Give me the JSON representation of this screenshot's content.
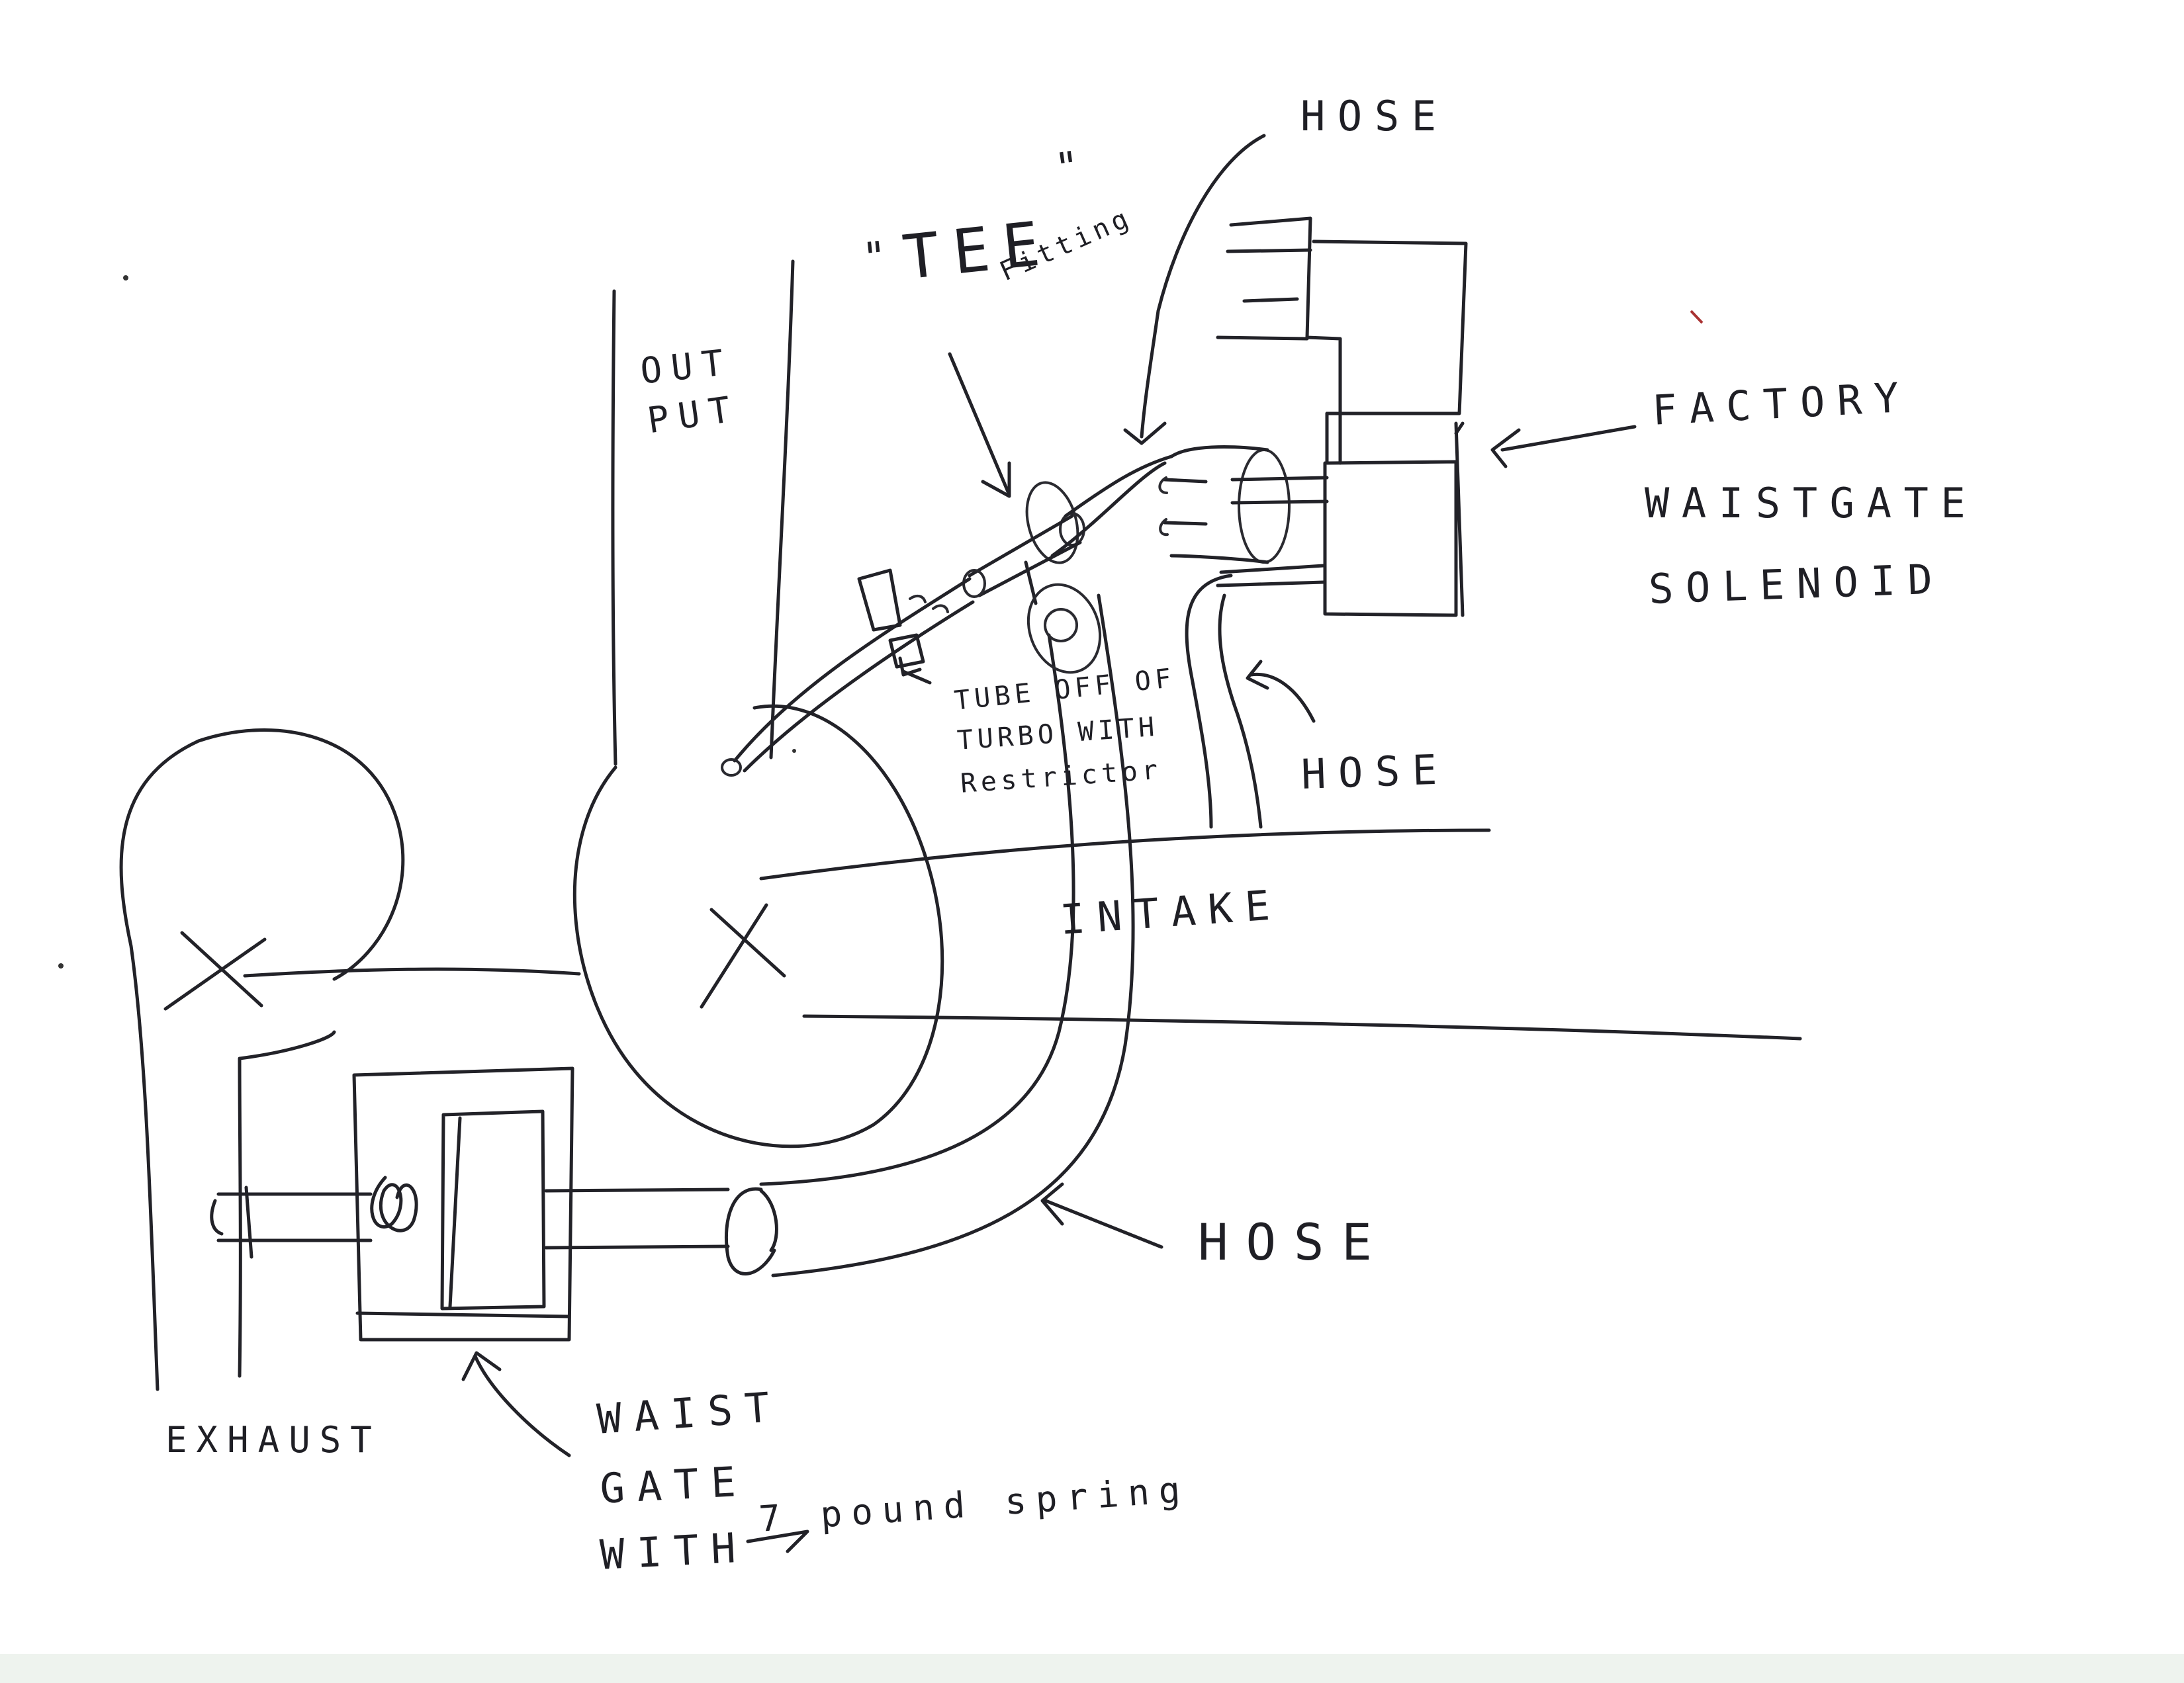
{
  "labels": {
    "hose_top": "HOSE",
    "tee_quote_open": "\"",
    "tee_word": "TEE",
    "tee_quote_close": "\"",
    "tee_fitting": "Fitting",
    "output_line1": "OUT",
    "output_line2": "PUT",
    "factory_line1": "FACTORY",
    "factory_line2": "WAISTGATE",
    "factory_line3": "SOLENOID",
    "tube_line1": "TUBE OFF OF",
    "tube_line2": "TURBO WITH",
    "tube_line3": "Restrictor",
    "hose_middle": "HOSE",
    "intake": "INTAKE",
    "hose_lower": "HOSE",
    "exhaust": "EXHAUST",
    "wastegate_line1": "WAIST",
    "wastegate_line2": "GATE",
    "wastegate_line3": "WITH",
    "wastegate_spring": "7 pound spring"
  },
  "colors": {
    "paper": "#ffffff",
    "ink": "#222228",
    "scan_edge": "#eef3ee"
  }
}
